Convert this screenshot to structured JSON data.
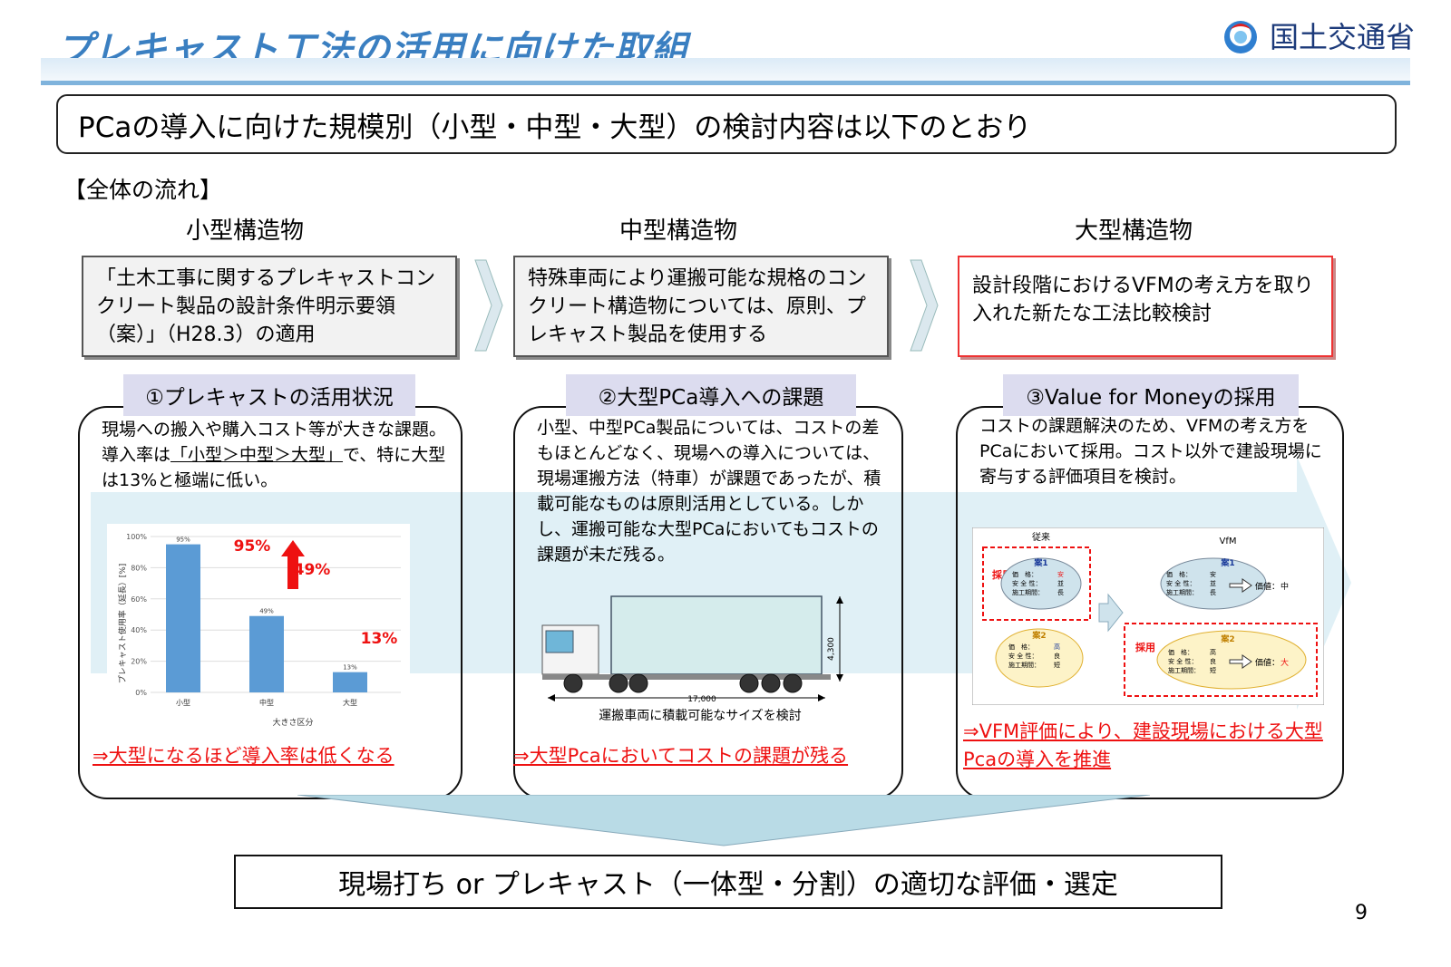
{
  "header": {
    "title": "プレキャスト工法の活用に向けた取組",
    "ministry": "国土交通省"
  },
  "summary": "PCaの導入に向けた規模別（小型・中型・大型）の検討内容は以下のとおり",
  "flow_label": "【全体の流れ】",
  "columns": [
    {
      "category": "小型構造物",
      "box": "「土木工事に関するプレキャストコンクリート製品の設計条件明示要領（案）」（H28.3）の適用",
      "panel_title": "①プレキャストの活用状況",
      "text1": "現場への搬入や購入コスト等が大きな課題。",
      "text2_a": "導入率は",
      "text2_u": "「小型＞中型＞大型」",
      "text2_b": "で、特に大型は13%と極端に低い。",
      "conclusion": "⇒大型になるほど導入率は低くなる"
    },
    {
      "category": "中型構造物",
      "box": "特殊車両により運搬可能な規格のコンクリート構造物については、原則、プレキャスト製品を使用する",
      "panel_title": "②大型PCa導入への課題",
      "text": "小型、中型PCa製品については、コストの差もほとんどなく、現場への導入については、現場運搬方法（特車）が課題であったが、積載可能なものは原則活用としている。しかし、運搬可能な大型PCaにおいてもコストの課題が未だ残る。",
      "truck_caption": "運搬車両に積載可能なサイズを検討",
      "truck_length": "17,000",
      "truck_height": "4,300",
      "conclusion": "⇒大型Pcaにおいてコストの課題が残る"
    },
    {
      "category": "大型構造物",
      "box": "設計段階におけるVFMの考え方を取り入れた新たな工法比較検討",
      "panel_title": "③Value for Moneyの採用",
      "text": "コストの課題解決のため、VFMの考え方をPCaにおいて採用。コスト以外で建設現場に寄与する評価項目を検討。",
      "conclusion": "⇒VFM評価により、建設現場における大型Pcaの導入を推進"
    }
  ],
  "vfm_figure": {
    "left_title": "従来",
    "right_title": "VfM",
    "adopt": "採用",
    "plan1": "案1",
    "plan2": "案2",
    "price": "価　格：",
    "safety": "安 全 性：",
    "period": "施工期間：",
    "left_plan1": {
      "price": "安",
      "safety": "並",
      "period": "長"
    },
    "left_plan2": {
      "price": "高",
      "safety": "良",
      "period": "短"
    },
    "right_plan1": {
      "price": "安",
      "safety": "並",
      "period": "長",
      "value_label": "価値：",
      "value": "中"
    },
    "right_plan2": {
      "price": "高",
      "safety": "良",
      "period": "短",
      "value_label": "価値：",
      "value": "大"
    }
  },
  "chart_data": {
    "type": "bar",
    "categories": [
      "小型",
      "中型",
      "大型"
    ],
    "values": [
      95,
      49,
      13
    ],
    "data_labels": [
      "95%",
      "49%",
      "13%"
    ],
    "highlight_labels": [
      "95%",
      "49%",
      "13%"
    ],
    "yticks": [
      "0%",
      "20%",
      "40%",
      "60%",
      "80%",
      "100%"
    ],
    "ylim": [
      0,
      100
    ],
    "xlabel": "大きさ区分",
    "ylabel": "プレキャスト使用率（延長）[%]",
    "color": "#5b9bd5",
    "arrow_label": "49%"
  },
  "final": "現場打ち or プレキャスト（一体型・分割）の適切な評価・選定",
  "page_number": "9",
  "colors": {
    "title": "#3a7fc1",
    "accent_red": "#e11",
    "panel_title_bg": "#dcdcef",
    "band": "#c6e4ee"
  }
}
